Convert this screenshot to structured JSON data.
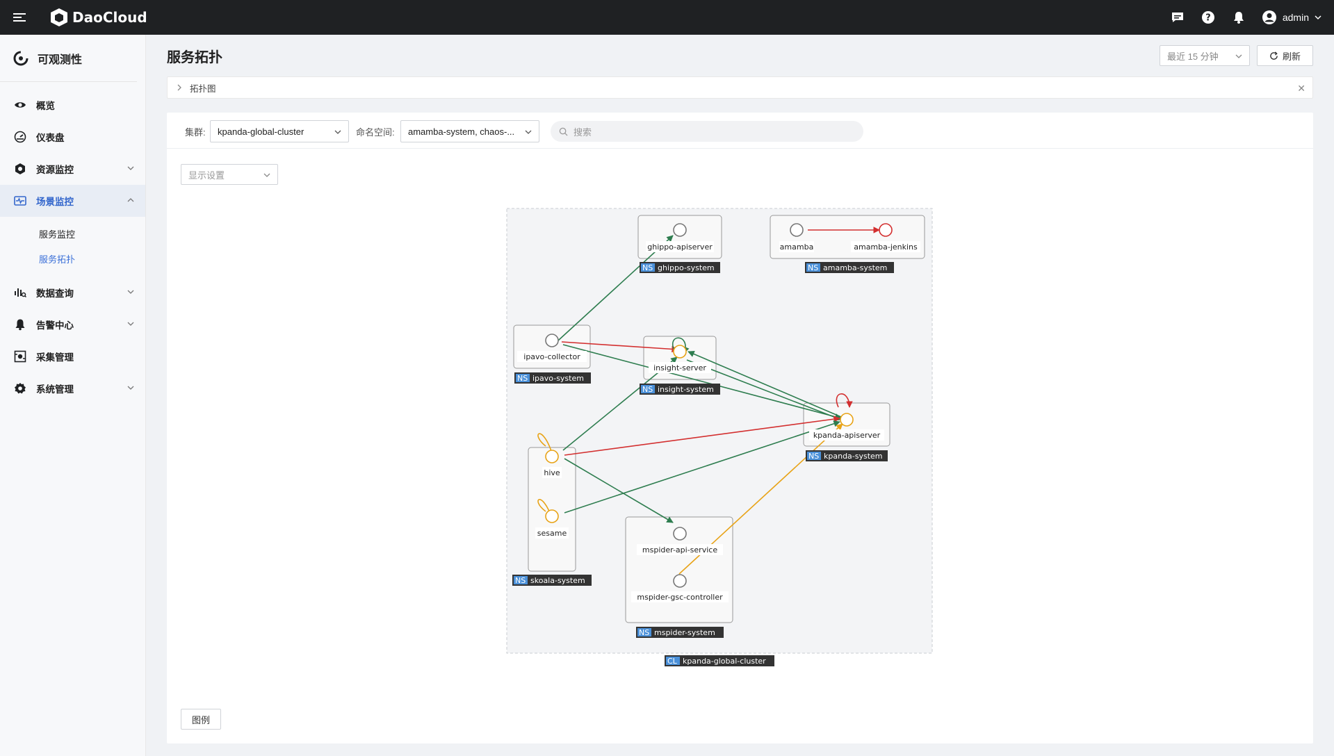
{
  "brand": {
    "name": "DaoCloud"
  },
  "header": {
    "user": "admin"
  },
  "sidebar": {
    "title": "可观测性",
    "items": [
      {
        "label": "概览"
      },
      {
        "label": "仪表盘"
      },
      {
        "label": "资源监控"
      },
      {
        "label": "场景监控"
      },
      {
        "label": "服务监控"
      },
      {
        "label": "服务拓扑"
      },
      {
        "label": "数据查询"
      },
      {
        "label": "告警中心"
      },
      {
        "label": "采集管理"
      },
      {
        "label": "系统管理"
      }
    ]
  },
  "page": {
    "title": "服务拓扑",
    "time_range": "最近 15 分钟",
    "refresh_label": "刷新",
    "collapse_label": "拓扑图"
  },
  "filters": {
    "cluster_label": "集群:",
    "cluster_value": "kpanda-global-cluster",
    "namespace_label": "命名空间:",
    "namespace_value": "amamba-system, chaos-...",
    "search_placeholder": "搜索"
  },
  "canvas": {
    "display_settings": "显示设置",
    "legend": "图例"
  },
  "topology": {
    "cluster_tag": "CL",
    "cluster_name": "kpanda-global-cluster",
    "ns_tag": "NS",
    "namespaces": [
      {
        "name": "ghippo-system",
        "services": [
          "ghippo-apiserver"
        ]
      },
      {
        "name": "amamba-system",
        "services": [
          "amamba",
          "amamba-jenkins"
        ]
      },
      {
        "name": "ipavo-system",
        "services": [
          "ipavo-collector"
        ]
      },
      {
        "name": "insight-system",
        "services": [
          "insight-server"
        ]
      },
      {
        "name": "kpanda-system",
        "services": [
          "kpanda-apiserver"
        ]
      },
      {
        "name": "skoala-system",
        "services": [
          "hive",
          "sesame"
        ]
      },
      {
        "name": "mspider-system",
        "services": [
          "mspider-api-service",
          "mspider-gsc-controller"
        ]
      }
    ]
  },
  "colors": {
    "ok": "#2e7d4f",
    "error": "#d32f2f",
    "warn": "#e8a317",
    "accent": "#3a6fd8"
  }
}
